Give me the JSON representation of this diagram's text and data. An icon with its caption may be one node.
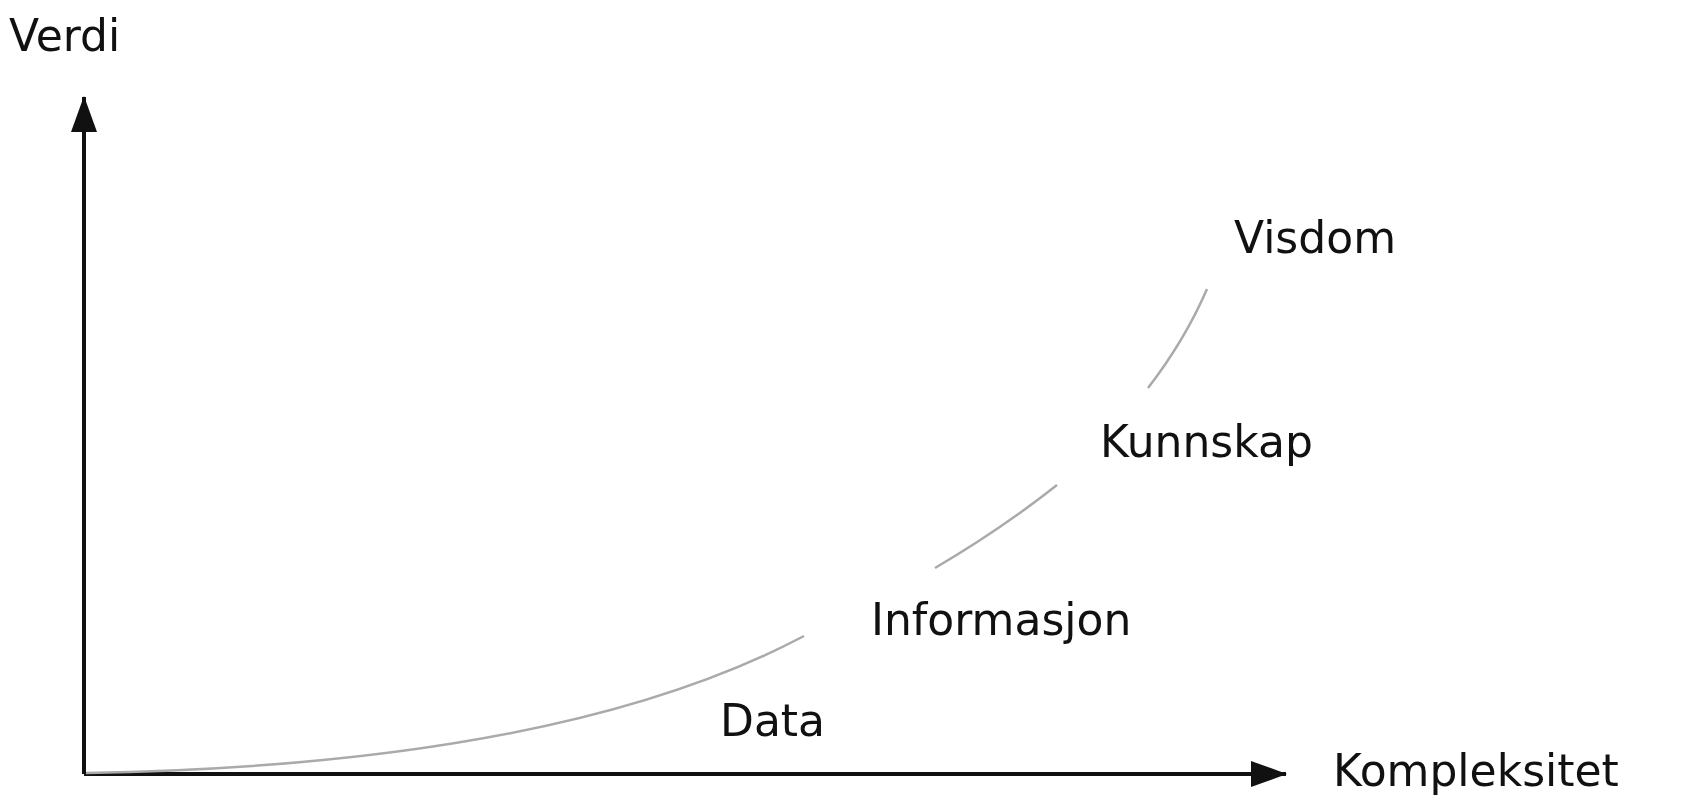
{
  "diagram": {
    "labels": [
      "Verdi",
      "Visdom",
      "Kunnskap",
      "Informasjon",
      "Data",
      "Kompleksitet"
    ]
  }
}
